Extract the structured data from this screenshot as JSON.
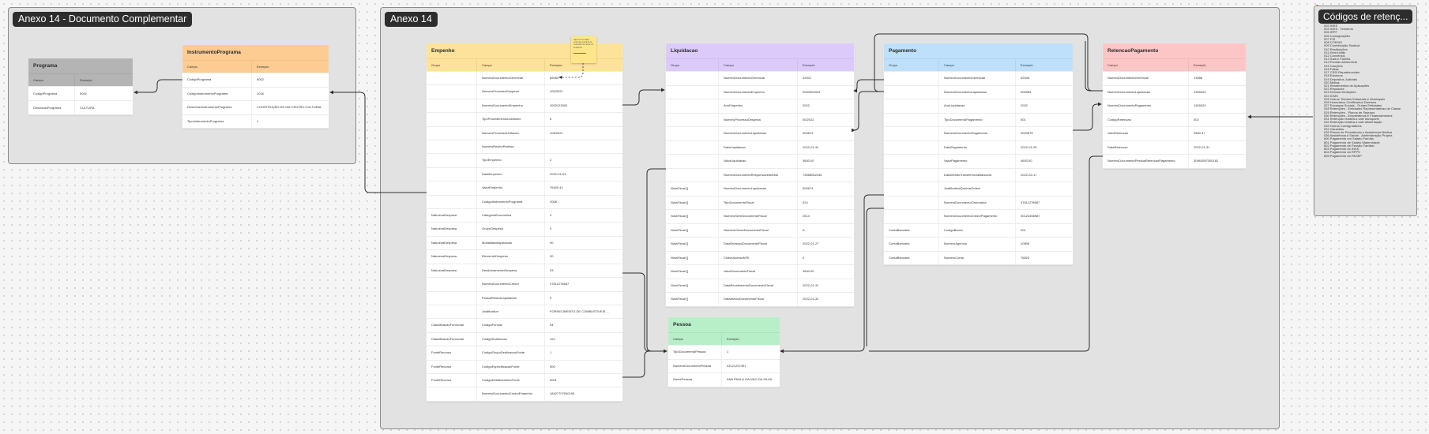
{
  "sections": {
    "anexo14dc": "Anexo 14 - Documento Complementar",
    "anexo14": "Anexo 14"
  },
  "codes_title": "Códigos de retenç...",
  "codes": [
    "002 INSS",
    "003 INSS - Terceiros",
    "005 IRPF",
    "006 Consignações",
    "007 PIS",
    "008 COFINS",
    "009 Contribuição Sindical",
    "010 Restituições",
    "011 Ente/União",
    "012 Convênios",
    "013 Sala e Família",
    "014 Pensão Alimentícia",
    "015 Cauções",
    "016 Faltas",
    "017 CSSI Repatrimoniais",
    "018 Estornos",
    "019 Depósitos Judiciais",
    "020 Multas",
    "021 Rendimentos de Aplicações",
    "022 Repasses",
    "023 Demais Deduções",
    "024 ICMS",
    "025 Outros Tributos Estaduais e Municipais",
    "026 Honorários Certificados Diversos",
    "027 Encargos Sociais - Outras Entidades",
    "028 Retenções - Entidades Representativas de Classe",
    "029 Retenções - Planos de Seguros",
    "030 Retenções - Empréstimos e Financiamentos",
    "031 Retenção relativa a vale transporte",
    "032 Retenção relativa a vale alimentação",
    "033 Outros Consignatários",
    "034 Garantias",
    "035 Planos de Previdência e Assistência Médica",
    "036 Assistência à Saúde - Administração Própria",
    "800 Pagamento em Salário Família",
    "801 Pagamento de Salário Maternidade",
    "802 Pagamento de Pensão Familiar",
    "803 Pagamento do INSS",
    "804 Pagamento do RPPS",
    "805 Pagamento do PASEP"
  ],
  "note_text": "Aqui vai um dado extra de exemplo de conteúdo do nome do empenho",
  "tables": {
    "programa": {
      "title": "Programa",
      "headers": [
        "Campo",
        "Exemplo"
      ],
      "rows": [
        [
          "CodigoPrograma",
          "9002"
        ],
        [
          "DescricaoPrograma",
          "CULTURA"
        ]
      ]
    },
    "instrumento": {
      "title": "InstrumentoPrograma",
      "headers": [
        "Campo",
        "Exemplo"
      ],
      "rows": [
        [
          "CodigoPrograma",
          "9002"
        ],
        [
          "CodigoInstrumentoPrograma",
          "1016"
        ],
        [
          "DescricaoInstrumentoPrograma",
          "CONSTRUÇÃO DE UM CENTRO CULTURAL"
        ],
        [
          "TipoInstrumentoPrograma",
          "1"
        ]
      ]
    },
    "empenho": {
      "title": "Empenho",
      "headers": [
        "Grupo",
        "Campo",
        "Exemplo"
      ],
      "rows": [
        [
          "",
          "NumeroDocumentoGerencial",
          "65080"
        ],
        [
          "",
          "NumeroProcessoDespesa",
          "100/2021"
        ],
        [
          "",
          "NumeroDocumentoEmpenho",
          "2000123000"
        ],
        [
          "",
          "TipoProcedimentoLicitatorio",
          "6"
        ],
        [
          "",
          "NumeroProcessoLicitacao",
          "106/2021"
        ],
        [
          "",
          "NumeroReciboRedesa",
          ""
        ],
        [
          "",
          "TipoEmpenho",
          "2"
        ],
        [
          "",
          "DataEmpenho",
          "2022-01-03"
        ],
        [
          "",
          "ValorEmpenho",
          "76400.42"
        ],
        [
          "",
          "CodigoInstrumentoPrograma",
          "2008"
        ],
        [
          "NaturezaDespesa",
          "CategoriaEconomica",
          "3"
        ],
        [
          "NaturezaDespesa",
          "GrupoDespesa",
          "3"
        ],
        [
          "NaturezaDespesa",
          "ModalidadeAplicacao",
          "90"
        ],
        [
          "NaturezaDespesa",
          "ElementoDespesa",
          "30"
        ],
        [
          "NaturezaDespesa",
          "DesdobramentoDespesa",
          "03"
        ],
        [
          "",
          "NumeroDocumentoCredor",
          "47811278687"
        ],
        [
          "",
          "PossuiRestosLiquidados",
          "0"
        ],
        [
          "",
          "Justificativa",
          "FORNECIMENTO DE COMBUSTIVEIS ..."
        ],
        [
          "ClassificacaoFuncional",
          "CodigoFuncao",
          "04"
        ],
        [
          "ClassificacaoFuncional",
          "CodigoSubfuncao",
          "122"
        ],
        [
          "FonteRecurso",
          "CodigoGrupoDestinacaoFonte",
          "1"
        ],
        [
          "FonteRecurso",
          "CodigoEspecificacaoFonte",
          "500"
        ],
        [
          "FonteRecurso",
          "CodigoDetalhamentoFonte",
          "0001"
        ],
        [
          "",
          "NumeroDocumentoCredorEmpenho",
          "18407707000195"
        ]
      ]
    },
    "liquidacao": {
      "title": "Liquidacao",
      "headers": [
        "Grupo",
        "Campo",
        "Exemplo"
      ],
      "rows": [
        [
          "",
          "NumeroDocumentoGerencial",
          "02001"
        ],
        [
          "",
          "NumeroDocumentoEmpenho",
          "0000000004"
        ],
        [
          "",
          "AnoEmpenho",
          "2022"
        ],
        [
          "",
          "NumeroProcessoDespesa",
          "00/2022"
        ],
        [
          "",
          "NumeroDocumentoLiquidacao",
          "000674"
        ],
        [
          "",
          "DataLiquidacao",
          "2022-01-31"
        ],
        [
          "",
          "ValorLiquidacao",
          "3600.00"
        ],
        [
          "",
          "NumeroDocumentoResponsavelAtesto",
          "73068062446"
        ],
        [
          "NotaFiscal []",
          "NumeroDocumentoLiquidacao",
          "000674"
        ],
        [
          "NotaFiscal []",
          "TipoDocumentoFiscal",
          "024"
        ],
        [
          "NotaFiscal []",
          "NumeroSerieDocumentoFiscal",
          "2514"
        ],
        [
          "NotaFiscal []",
          "NumeroChaveDocumentoFiscal",
          "A"
        ],
        [
          "NotaFiscal []",
          "DataEmissaoDocumentoFiscal",
          "2022-01-27"
        ],
        [
          "NotaFiscal []",
          "ChaveAcessoNFE",
          "0"
        ],
        [
          "NotaFiscal []",
          "ValorDocumentoFiscal",
          "3600.00"
        ],
        [
          "NotaFiscal []",
          "DataRecebimentoDocumentoFiscal",
          "2022-01-31"
        ],
        [
          "NotaFiscal []",
          "DataAtestoDocumentoFiscal",
          "2022-01-31"
        ]
      ]
    },
    "pagamento": {
      "title": "Pagamento",
      "headers": [
        "Grupo",
        "Campo",
        "Exemplo"
      ],
      "rows": [
        [
          "",
          "NumeroDocumentoGerencial",
          "02006"
        ],
        [
          "",
          "NumeroDocumentoLiquidacao",
          "000589"
        ],
        [
          "",
          "AnoLiquidacao",
          "2022"
        ],
        [
          "",
          "TipoDocumentoPagamento",
          "001"
        ],
        [
          "",
          "NumeroDocumentoPagamento",
          "0000876"
        ],
        [
          "",
          "DataPagamento",
          "2022-01-25"
        ],
        [
          "",
          "ValorPagamento",
          "4600.00"
        ],
        [
          "",
          "DataDebitoTransferenciaBancaria",
          "2022-02-17"
        ],
        [
          "",
          "JustificativaQuebraOrdem",
          ""
        ],
        [
          "",
          "NumeroDocumentoOrdenador",
          "47811278687"
        ],
        [
          "",
          "NumeroDocumentoCredorPagamento",
          "00123456987"
        ],
        [
          "ContaBancaria",
          "CodigoBanco",
          "001"
        ],
        [
          "ContaBancaria",
          "NumeroAgencia",
          "10808"
        ],
        [
          "ContaBancaria",
          "NumeroConta",
          "76823"
        ]
      ]
    },
    "retencao": {
      "title": "RetencaoPagamento",
      "headers": [
        "Campo",
        "Exemplo"
      ],
      "rows": [
        [
          "NumeroDocumentoGerencial",
          "13086"
        ],
        [
          "NumeroDocumentoLiquidacao",
          "1309020"
        ],
        [
          "NumeroDocumentoPagamento",
          "1309020"
        ],
        [
          "CodigoRetencao",
          "002"
        ],
        [
          "ValorRetencao",
          "3660.37"
        ],
        [
          "DataRetencao",
          "2022-01-31"
        ],
        [
          "NumeroDocumentoPessoaRetencaoPagamento",
          "30963087000181"
        ]
      ]
    },
    "pessoa": {
      "title": "Pessoa",
      "headers": [
        "Campo",
        "Exemplo"
      ],
      "rows": [
        [
          "TipoDocumentoPessoa",
          "1"
        ],
        [
          "NumeroDocumentoPessoa",
          "03121257491"
        ],
        [
          "NomePessoa",
          "ANA PAULA GALVAO DA SILVA"
        ]
      ]
    }
  },
  "colors": {
    "section_bg": "#e2e2e2",
    "title_bg": "#2d2d2d",
    "programa": "#b4b4b4",
    "instrumento": "#fdcc93",
    "empenho": "#fde29a",
    "liquidacao": "#dccbfa",
    "pagamento": "#bfe0fb",
    "retencao": "#fdc6c6",
    "pessoa": "#b8efc8",
    "connector": "#2d2d2d"
  }
}
